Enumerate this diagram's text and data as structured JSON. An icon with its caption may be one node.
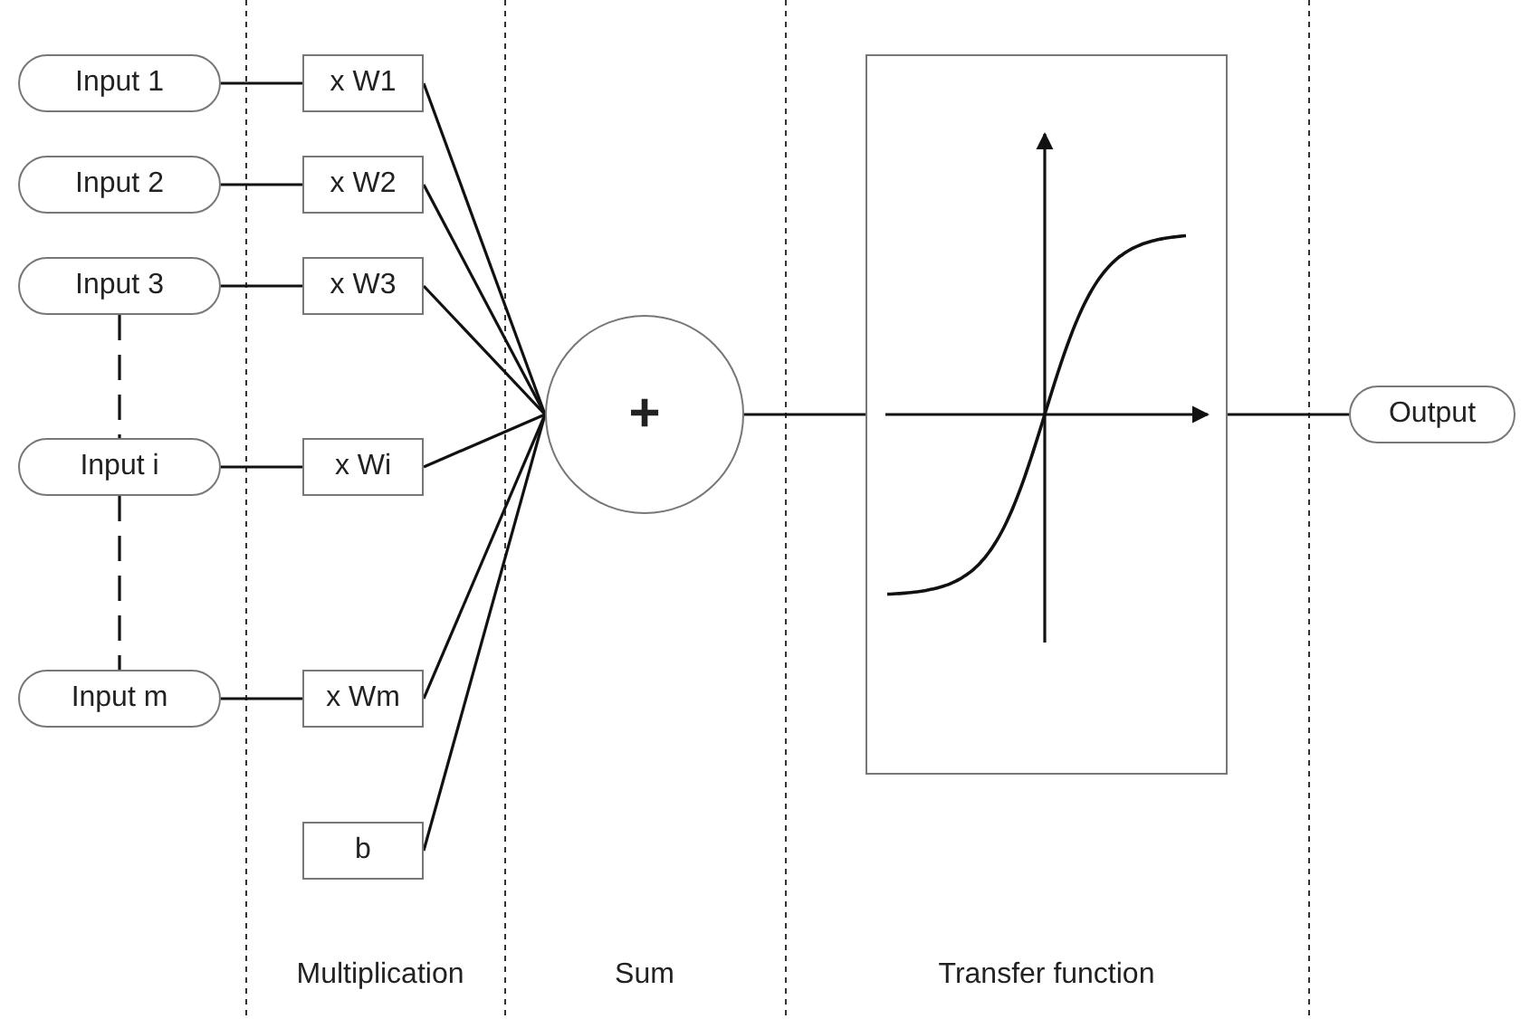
{
  "diagram": {
    "nodes": [
      {
        "text": [
          "Input 1"
        ]
      },
      {
        "text": [
          "Input 2"
        ]
      },
      {
        "text": [
          "Input 3"
        ]
      },
      {
        "text": [
          "Input i"
        ]
      },
      {
        "text": [
          "Input m"
        ]
      },
      {
        "text": [
          "x W1"
        ]
      },
      {
        "text": [
          "x W2"
        ]
      },
      {
        "text": [
          "x W3"
        ]
      },
      {
        "text": [
          "x Wi"
        ]
      },
      {
        "text": [
          "x Wm"
        ]
      },
      {
        "text": [
          "b"
        ]
      },
      {
        "text": [
          "+"
        ]
      },
      {
        "text": [],
        "shape": "box"
      },
      {
        "text": [
          "Output"
        ]
      }
    ],
    "edges": [
      {
        "from": 0,
        "to": 5,
        "arrow": "none"
      },
      {
        "from": 1,
        "to": 6,
        "arrow": "none"
      },
      {
        "from": 2,
        "to": 7,
        "arrow": "none"
      },
      {
        "from": 3,
        "to": 8,
        "arrow": "none"
      },
      {
        "from": 4,
        "to": 9,
        "arrow": "none"
      },
      {
        "from": 2,
        "to": 3,
        "arrow": "none",
        "style": "dashed"
      },
      {
        "from": 3,
        "to": 4,
        "arrow": "none",
        "style": "dashed"
      },
      {
        "from": 5,
        "to": 11,
        "arrow": "none"
      },
      {
        "from": 6,
        "to": 11,
        "arrow": "none"
      },
      {
        "from": 7,
        "to": 11,
        "arrow": "none"
      },
      {
        "from": 8,
        "to": 11,
        "arrow": "none"
      },
      {
        "from": 9,
        "to": 11,
        "arrow": "none"
      },
      {
        "from": 10,
        "to": 11,
        "arrow": "none"
      },
      {
        "from": 11,
        "to": 12,
        "arrow": "none"
      },
      {
        "from": 12,
        "to": 13,
        "arrow": "none"
      }
    ],
    "labels": [
      "Multiplication",
      "Sum",
      "Transfer function"
    ]
  }
}
